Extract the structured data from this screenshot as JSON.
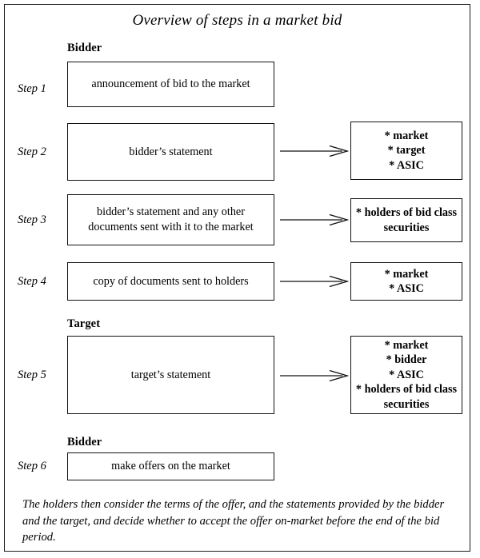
{
  "title": "Overview of steps in a market bid",
  "group_labels": [
    {
      "name": "bidder-label-top",
      "text": "Bidder"
    },
    {
      "name": "target-label",
      "text": "Target"
    },
    {
      "name": "bidder-label-bottom",
      "text": "Bidder"
    }
  ],
  "steps": [
    {
      "label": "Step 1",
      "action": "announcement of bid to the market",
      "recipients": null
    },
    {
      "label": "Step 2",
      "action": "bidder’s statement",
      "recipients": "* market\n* target\n* ASIC"
    },
    {
      "label": "Step 3",
      "action": "bidder’s statement and any other documents sent with it to the market",
      "recipients": "* holders of bid class securities"
    },
    {
      "label": "Step 4",
      "action": "copy of documents sent to holders",
      "recipients": "* market\n* ASIC"
    },
    {
      "label": "Step 5",
      "action": "target’s statement",
      "recipients": "* market\n* bidder\n* ASIC\n* holders of bid class securities"
    },
    {
      "label": "Step 6",
      "action": "make offers on the market",
      "recipients": null
    }
  ],
  "footer_note": "The holders then consider the terms of the offer, and the statements provided by the bidder and the target, and decide whether to accept the offer on-market before the end of the bid period.",
  "colors": {
    "background": "#ffffff",
    "ink": "#000000",
    "border": "#111111",
    "frame": "#1a1a1a"
  }
}
